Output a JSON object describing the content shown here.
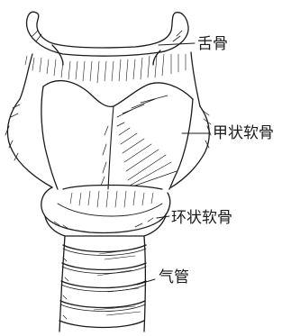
{
  "labels": {
    "hyoid": "舌骨",
    "thyroid": "甲状软骨",
    "cricoid": "环状软骨",
    "trachea": "气管"
  },
  "colors": {
    "ink": "#1a1a1a",
    "background": "#ffffff"
  }
}
